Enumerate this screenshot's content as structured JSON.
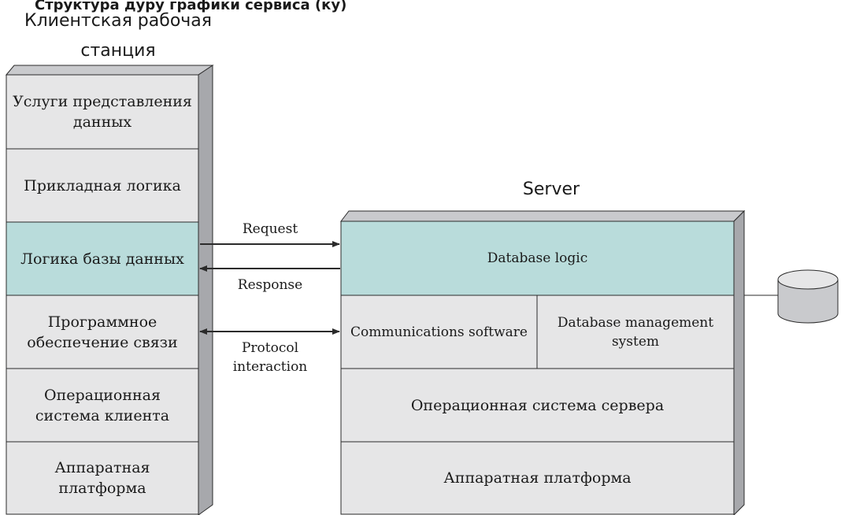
{
  "clipped_header": "Структура дуру графики сервиса (ку)",
  "client": {
    "title": "Клиентская рабочая станция",
    "layers": [
      "Услуги представления данных",
      "Прикладная логика",
      "Логика базы данных",
      "Программное обеспечение связи",
      "Операционная система клиента",
      "Аппаратная платформа"
    ]
  },
  "server": {
    "title": "Server",
    "database_logic": "Database logic",
    "communications_software": "Communications software",
    "dbms": "Database management system",
    "os": "Операционная система сервера",
    "hardware": "Аппаратная платформа"
  },
  "arrows": {
    "request": "Request",
    "response": "Response",
    "protocol": "Protocol interaction"
  },
  "colors": {
    "layer_fill": "#e6e6e7",
    "highlight_fill": "#b9dcdb",
    "side_fill": "#a7a8ac",
    "top_fill": "#c9cacd",
    "stroke": "#2b2b2b"
  }
}
